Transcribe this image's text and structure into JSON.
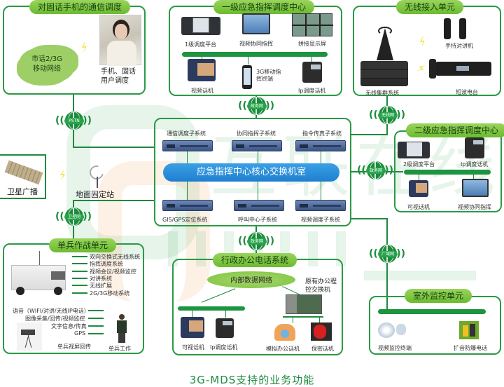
{
  "caption": "3G-MDS支持的业务功能",
  "watermark": "互联在线",
  "panels": {
    "fixed_mobile": {
      "title": "对固话手机的通信调度",
      "cloud_label": "市话2/3G移动网络",
      "cloud_line1": "市话2/3G",
      "cloud_line2": "移动网络",
      "user_label_line1": "手机、固话",
      "user_label_line2": "用户调度"
    },
    "level1_center": {
      "title": "一级应急指挥调度中心",
      "devices": [
        {
          "label": "1级调度平台"
        },
        {
          "label": "视频协同指挥"
        },
        {
          "label": "拼接显示屏"
        },
        {
          "label": "视频话机"
        },
        {
          "label": "3G移动指挥终端",
          "line1": "3G移动指",
          "line2": "挥终端"
        },
        {
          "label": "Ip调度话机"
        }
      ]
    },
    "wireless_access": {
      "title": "无线接入单元",
      "devices": [
        {
          "label": "手持对讲机"
        },
        {
          "label": "无线集群系统"
        },
        {
          "label": "短波电台"
        }
      ]
    },
    "core_room": {
      "title": "应急指挥中心核心交换机室",
      "subsystems": [
        {
          "label": "通信调度子系统"
        },
        {
          "label": "协同指挥子系统"
        },
        {
          "label": "指令传真子系统"
        },
        {
          "label": "GIS/GPS定位系统"
        },
        {
          "label": "呼叫中心子系统"
        },
        {
          "label": "视频调度子系统"
        }
      ]
    },
    "level2_center": {
      "title": "二级应急指挥调度中心",
      "devices": [
        {
          "label": "2级调度平台"
        },
        {
          "label": "Ip调度话机"
        },
        {
          "label": "可视话机"
        },
        {
          "label": "视频协同指挥"
        }
      ]
    },
    "satellite": {
      "broadcast_label": "卫星广播",
      "ground_station_label": "地面固定站"
    },
    "soldier_unit": {
      "title": "单兵作战单元",
      "vehicle_features": [
        "双向交换式无线系统",
        "指挥调度系统",
        "视频会议/视频监控",
        "对讲系统",
        "无线扩展",
        "2G/3G移动系统"
      ],
      "soldier_features": [
        "语音（WIFI/对讲/无线IP电话）",
        "图像采集/回传/视频监控",
        "文字信息/传真",
        "GPS"
      ],
      "camera_label": "单兵视屏回传",
      "soldier_label": "单兵工作"
    },
    "admin_phone": {
      "title": "行政办公电话系统",
      "network_label": "内部数据网络",
      "pbx_label_line1": "原有办公程",
      "pbx_label_line2": "控交换机",
      "devices": [
        {
          "label": "可视话机"
        },
        {
          "label": "Ip调度话机"
        },
        {
          "label": "模拟办公话机"
        },
        {
          "label": "保密话机"
        }
      ]
    },
    "outdoor_monitor": {
      "title": "室外监控单元",
      "devices": [
        {
          "label": "视频监控终端"
        },
        {
          "label": "扩音防爆电话"
        }
      ]
    }
  },
  "networks": {
    "pstn": "PSTN",
    "gov_top": "政务网",
    "wireless": "无线网",
    "gov_right": "政务网",
    "satellite_net": "卫星网",
    "gov_bottom": "政务网",
    "wan": "广域网"
  },
  "colors": {
    "line_green": "#1f8a3e",
    "title_green": "#7cc33f",
    "core_blue": "#2a8fdc",
    "caption_green": "#1f8a3e"
  }
}
